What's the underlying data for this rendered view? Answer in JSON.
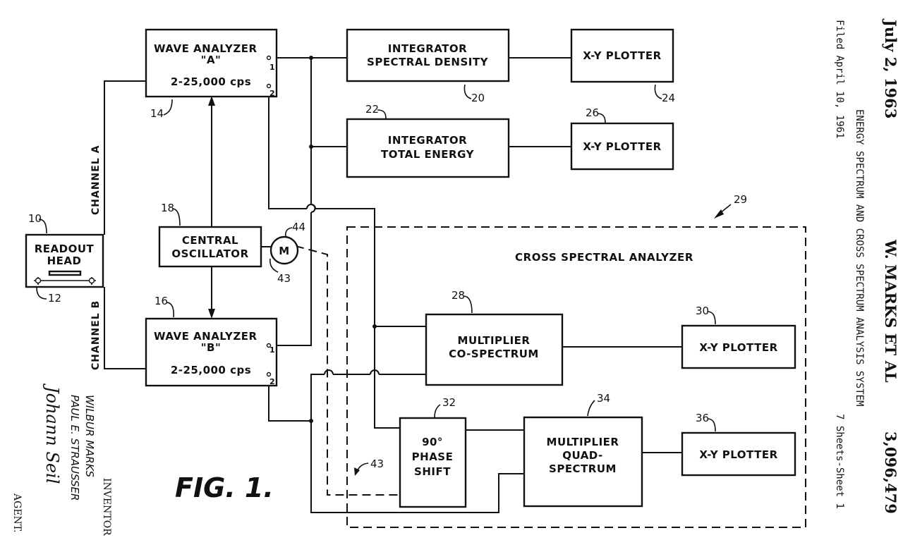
{
  "figure_label": "FIG. 1.",
  "header": {
    "date": "July 2, 1963",
    "inventors": "W. MARKS ET AL",
    "patent_number": "3,096,479",
    "title": "ENERGY SPECTRUM AND CROSS SPECTRUM ANALYSIS SYSTEM",
    "filed": "Filed April 10, 1961",
    "sheets": "7 Sheets-Sheet 1"
  },
  "inventor_block": {
    "heading": "INVENTOR",
    "name_1": "WILBUR MARKS",
    "name_2": "PAUL E. STRAUSSER",
    "signature": "Johann Seil",
    "role": "AGENT."
  },
  "channels": {
    "a": "CHANNEL A",
    "b": "CHANNEL B"
  },
  "cross_region": {
    "label": "CROSS SPECTRAL ANALYZER",
    "ref": "29"
  },
  "blocks": {
    "readout": {
      "l1": "READOUT",
      "l2": "HEAD",
      "ref": "10",
      "ref2": "12"
    },
    "wave_a": {
      "l1": "WAVE ANALYZER",
      "l2": "\"A\"",
      "l3": "2-25,000 cps",
      "ref": "14",
      "p1": "1",
      "p2": "2"
    },
    "wave_b": {
      "l1": "WAVE ANALYZER",
      "l2": "\"B\"",
      "l3": "2-25,000 cps",
      "ref": "16",
      "p1": "1",
      "p2": "2"
    },
    "oscillator": {
      "l1": "CENTRAL",
      "l2": "OSCILLATOR",
      "ref": "18"
    },
    "motor": {
      "l1": "M",
      "ref": "44",
      "ref2": "43"
    },
    "int_sd": {
      "l1": "INTEGRATOR",
      "l2": "SPECTRAL DENSITY",
      "ref": "20"
    },
    "int_te": {
      "l1": "INTEGRATOR",
      "l2": "TOTAL ENERGY",
      "ref": "22"
    },
    "xy_24": {
      "l1": "X-Y PLOTTER",
      "ref": "24"
    },
    "xy_26": {
      "l1": "X-Y PLOTTER",
      "ref": "26"
    },
    "mult_co": {
      "l1": "MULTIPLIER",
      "l2": "CO-SPECTRUM",
      "ref": "28"
    },
    "xy_30": {
      "l1": "X-Y PLOTTER",
      "ref": "30"
    },
    "phase": {
      "l1": "90°",
      "l2": "PHASE",
      "l3": "SHIFT",
      "ref": "32"
    },
    "mult_quad": {
      "l1": "MULTIPLIER",
      "l2": "QUAD-",
      "l3": "SPECTRUM",
      "ref": "34"
    },
    "xy_36": {
      "l1": "X-Y PLOTTER",
      "ref": "36"
    },
    "link_43": {
      "ref": "43"
    }
  }
}
